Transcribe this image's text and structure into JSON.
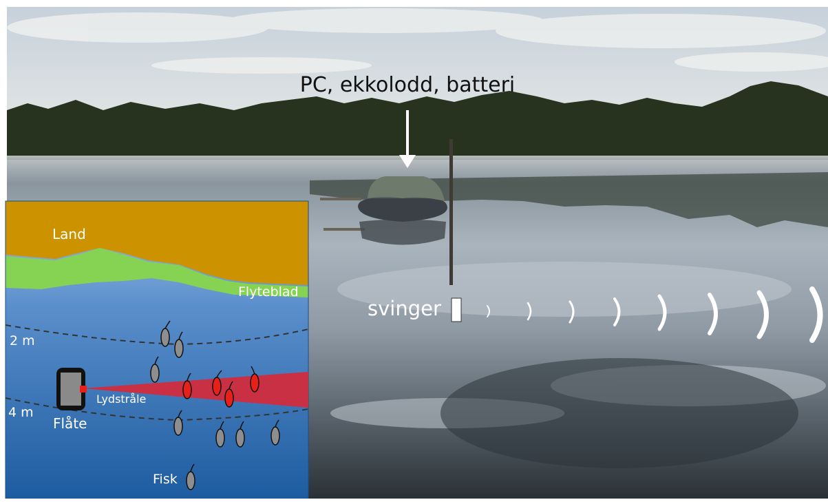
{
  "photo": {
    "annotation_top": "PC, ekkolodd, batteri",
    "transducer_label": "svinger",
    "colors": {
      "sky_top": "#c9d3dc",
      "sky_bottom": "#dfe4e6",
      "treeline": "#28331f",
      "water_light": "#9aa7b3",
      "water_dark": "#2b3238",
      "arrow": "#ffffff",
      "sound_waves": "#ffffff"
    }
  },
  "diagram": {
    "labels": {
      "land": "Land",
      "floating_leaves": "Flyteblad",
      "depth_2m": "2 m",
      "depth_4m": "4 m",
      "sound_beam": "Lydstråle",
      "raft": "Flåte",
      "fish": "Fisk"
    },
    "colors": {
      "land": "#cc9200",
      "floating_leaves": "#86d253",
      "water_top": "#8fb4df",
      "water_bottom": "#1f5fa3",
      "sound_beam": "#c93043",
      "fish_in_beam": "#e8201a",
      "fish_outside_beam": "#8e8e8e",
      "raft_body": "#8a8a8a",
      "raft_frame": "#111111",
      "depth_line": "#333333"
    }
  }
}
